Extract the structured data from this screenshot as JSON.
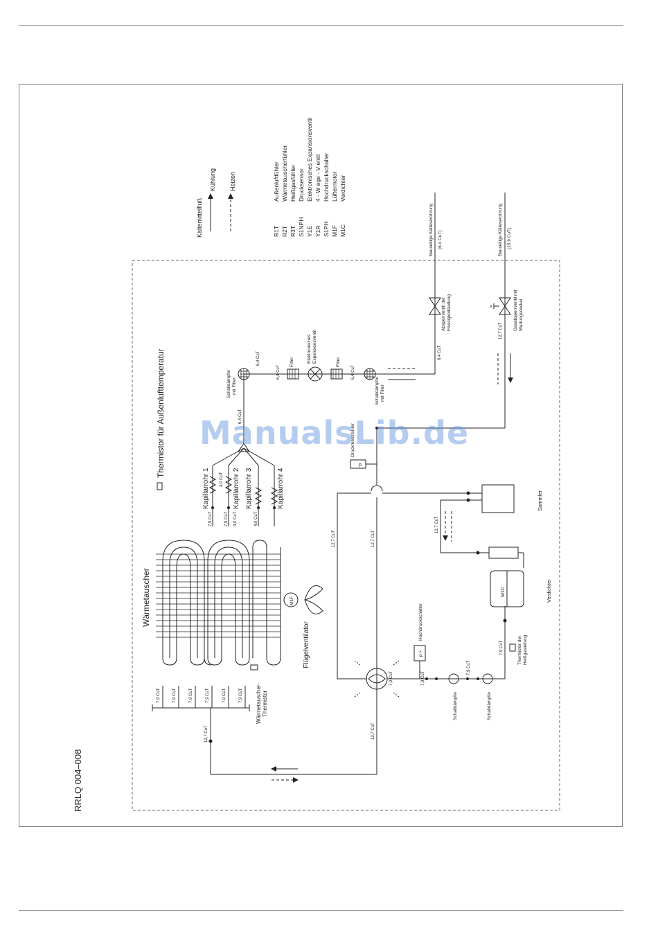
{
  "model": "RRLQ 004–008",
  "legend": {
    "heading": "Kältemittelfluß",
    "cooling": "Kühlung",
    "heating": "Heizen"
  },
  "components": [
    {
      "code": "R1T",
      "label": "Außenluftfühler"
    },
    {
      "code": "R2T",
      "label": "Wärmetauscherfühler"
    },
    {
      "code": "R3T",
      "label": "Heißgasfühler"
    },
    {
      "code": "S1NPH",
      "label": "Drucksensor"
    },
    {
      "code": "Y1E",
      "label": "Elektronisches Expansionsventil"
    },
    {
      "code": "Y1R",
      "label": "4 - W ege - V entil"
    },
    {
      "code": "S1PH",
      "label": "Hochdruckschalter"
    },
    {
      "code": "M1F",
      "label": "Lüftermotor"
    },
    {
      "code": "M1C",
      "label": "Verdichter"
    }
  ],
  "labels": {
    "thermistor_outside": "Thermistor für Außenlufttemperatur",
    "heat_exchanger": "Wärmetauscher",
    "heat_exchanger_thermistor": [
      "Wärmetauscher-",
      "Thermistor"
    ],
    "fan": "Flügelventilator",
    "fan_motor": "M1F",
    "cap1": "Kapillarrohr 1",
    "cap2": "Kapillarrohr 2",
    "cap3": "Kapillarrohr 3",
    "cap4": "Kapillarrohr 4",
    "muffler_filter": [
      "Schalldämpfer",
      "mit Filter"
    ],
    "filter": "Filter",
    "expansion_valve": [
      "Elektronisches",
      "Expansionsventil"
    ],
    "liquid_valve": [
      "Absperrventil der",
      "Flüssigkeitsleitung"
    ],
    "gas_valve": [
      "Gasabsperrventil mit",
      "Wartungsdeckel"
    ],
    "liquid_connection": [
      "Bauseitige Kälteverohrung",
      "(6,4 CuT)"
    ],
    "gas_connection": [
      "Bauseitige Kälteverohrung",
      "(15,9 CuT)"
    ],
    "pressure_sensor": "Druckmessfühler",
    "pressure_symbol": "p",
    "receiver": "Sammler",
    "compressor": "Verdichter",
    "compressor_code": "M1C",
    "high_pressure_switch": "Hochdruckschalter",
    "high_pressure_symbol": "p >",
    "muffler": "Schalldämpfer",
    "hot_gas_thermistor": [
      "Thermistor der",
      "Heißgasleitung"
    ]
  },
  "pipes": {
    "p79": "7,9 CuT",
    "p40": "4,0 CuT",
    "p64": "6,4 CuT",
    "p127": "12,7 CuT"
  },
  "watermark": "ManualsLib.de"
}
